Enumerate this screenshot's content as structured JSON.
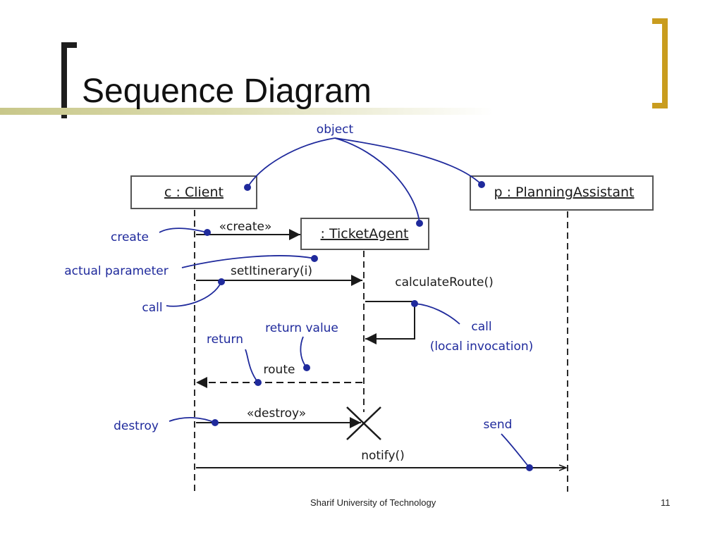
{
  "slide": {
    "title": "Sequence Diagram",
    "footer": "Sharif University of Technology",
    "page_number": "11",
    "colors": {
      "accent": "#c99c1e",
      "annotation": "#1f2a9c",
      "diagram": "#1a1a1a"
    }
  },
  "diagram": {
    "objects": [
      {
        "id": "client",
        "label": "c : Client"
      },
      {
        "id": "ticket_agent",
        "label": ": TicketAgent"
      },
      {
        "id": "planning",
        "label": "p : PlanningAssistant"
      }
    ],
    "messages": {
      "create": "«create»",
      "set_itinerary": "setItinerary(i)",
      "calculate_route": "calculateRoute()",
      "return_value": "route",
      "destroy": "«destroy»",
      "notify": "notify()"
    },
    "annotations": {
      "object": "object",
      "create": "create",
      "actual_parameter": "actual parameter",
      "call": "call",
      "return": "return",
      "return_value": "return value",
      "local_call": "call",
      "local_call_note": "(local invocation)",
      "destroy": "destroy",
      "send": "send"
    }
  }
}
